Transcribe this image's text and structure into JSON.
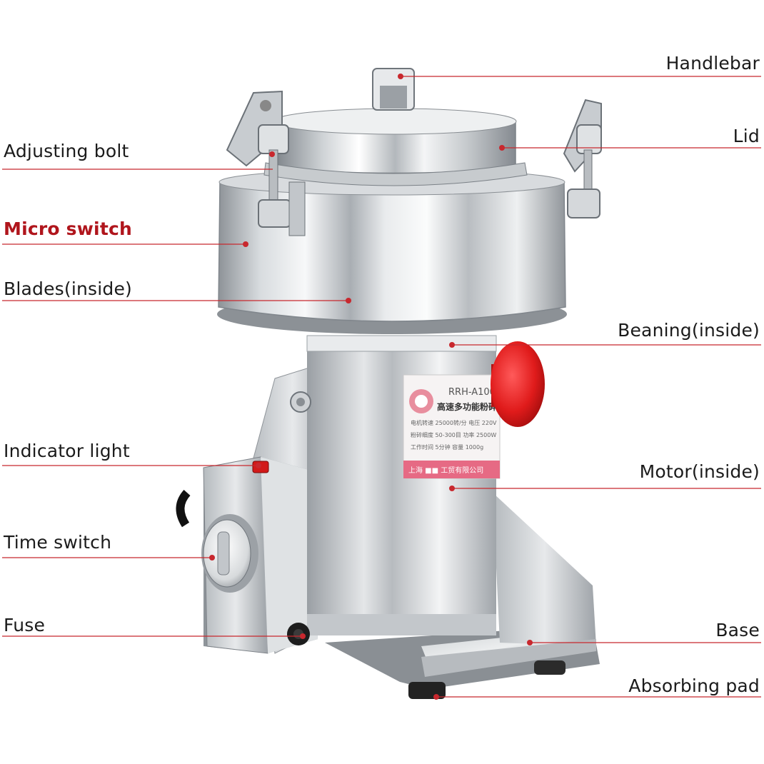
{
  "callout_color": "#c8282e",
  "emphasis_color": "#b0151c",
  "labels": {
    "handlebar": "Handlebar",
    "lid": "Lid",
    "adjusting_bolt": "Adjusting bolt",
    "micro_switch": "Micro switch",
    "blades": "Blades(inside)",
    "beaning": "Beaning(inside)",
    "indicator_light": "Indicator light",
    "motor": "Motor(inside)",
    "time_switch": "Time switch",
    "fuse": "Fuse",
    "base": "Base",
    "absorbing_pad": "Absorbing pad"
  },
  "motor_label": {
    "model": "RRH-A100",
    "title": "高速多功能粉碎机",
    "spec_lines": [
      "电机转速 25000转/分  电压 220V",
      "粉碎细度 50-300目  功率 2500W",
      "工作时间 5分钟  容量 1000g"
    ],
    "maker": "上海 ■■ 工贸有限公司"
  }
}
